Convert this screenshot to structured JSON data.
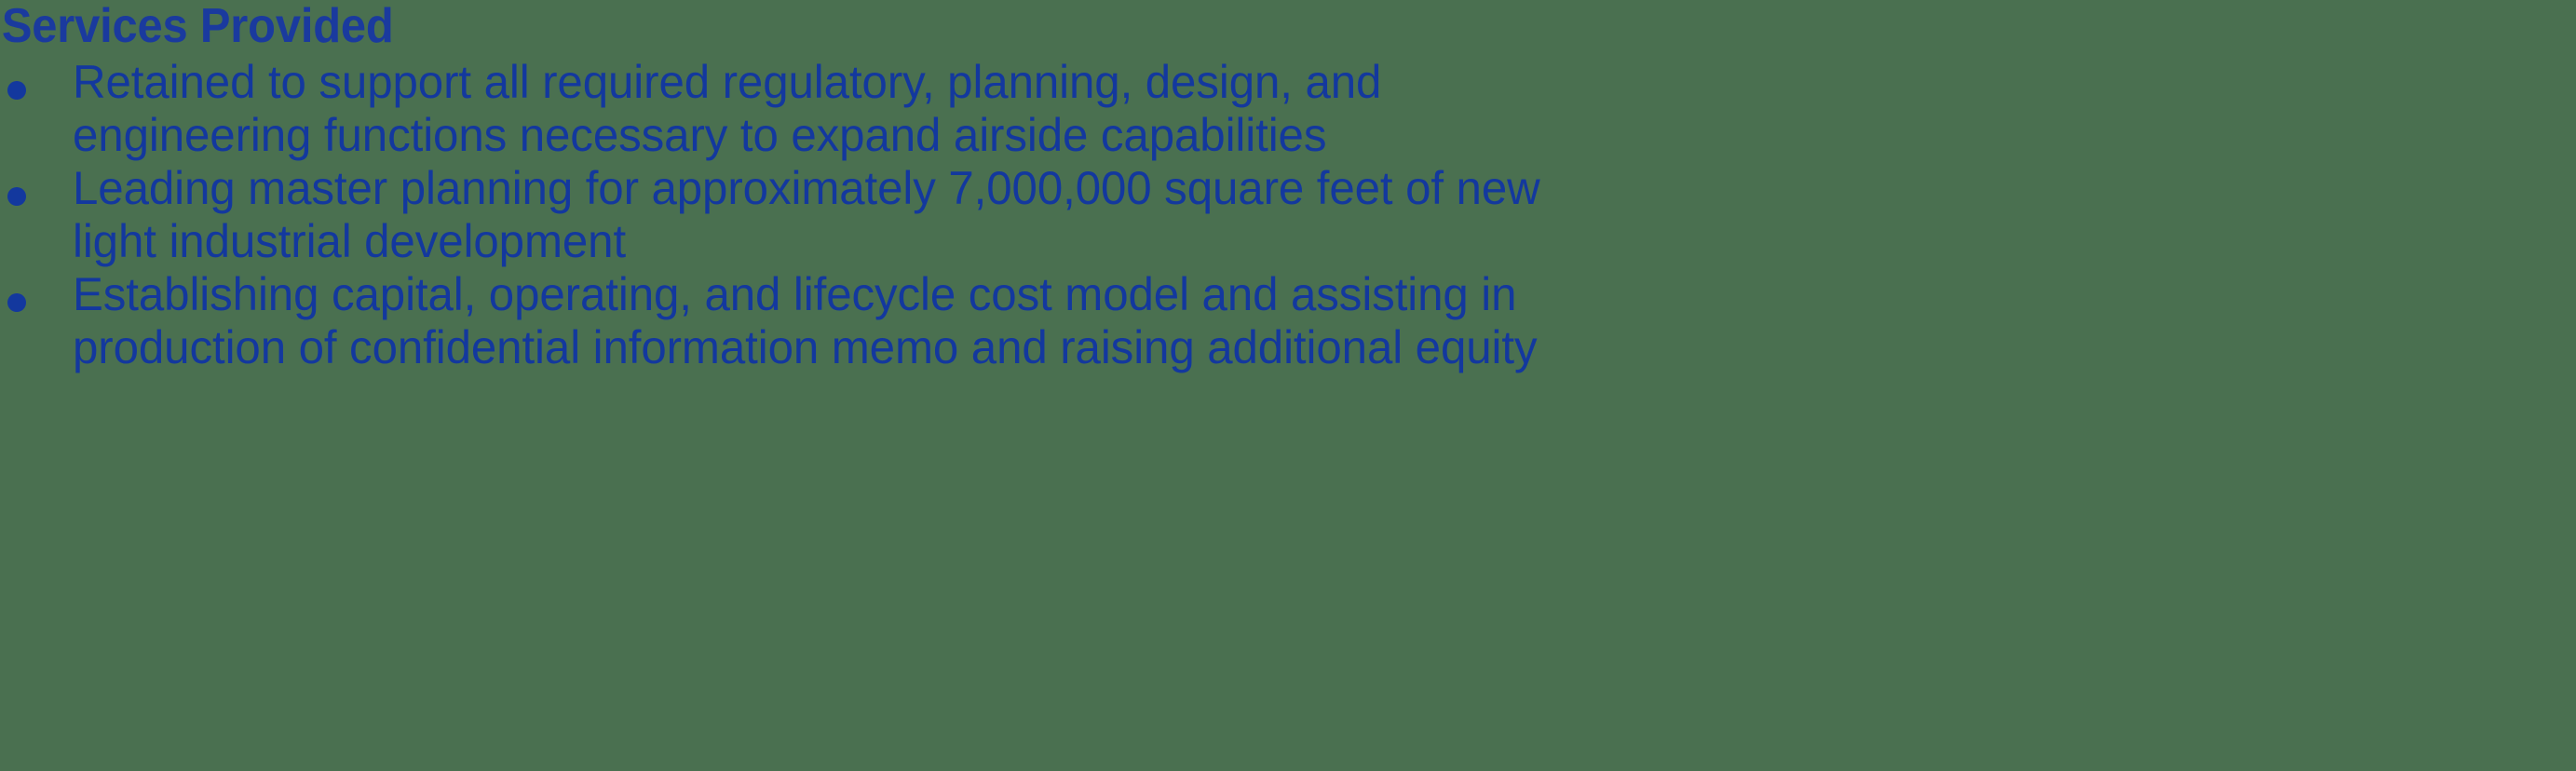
{
  "slide": {
    "title": "Services Provided",
    "text_color": "#13389e",
    "title_color": "#1a3a9e",
    "background_color": "#4a7050",
    "bullet_marker": "bullet-dot",
    "bullets": [
      {
        "lines": [
          "Retained to support all required regulatory, planning, design, and",
          "engineering functions necessary to expand airside capabilities"
        ],
        "text": "Retained to support all required regulatory, planning, design, and engineering functions necessary to expand airside capabilities"
      },
      {
        "lines": [
          "Leading master planning for approximately 7,000,000 square feet of new",
          "light industrial development"
        ],
        "text": "Leading master planning for approximately 7,000,000 square feet of new light industrial development"
      },
      {
        "lines": [
          "Establishing capital, operating, and lifecycle cost model and assisting in",
          "production of confidential information memo and raising additional equity"
        ],
        "text": "Establishing capital, operating, and lifecycle cost model and assisting in production of confidential information memo and raising additional equity"
      }
    ]
  }
}
